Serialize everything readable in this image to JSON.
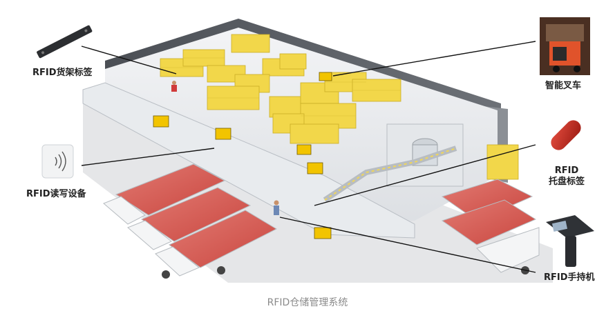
{
  "labels": {
    "shelf_tag": "RFID货架标签",
    "smart_forklift": "智能叉车",
    "reader_device": "RFID读写设备",
    "pallet_tag_line1": "RFID",
    "pallet_tag_line2": "托盘标签",
    "handheld": "RFID手持机"
  },
  "caption": "RFID仓储管理系统",
  "colors": {
    "box_yellow": "#f2d74a",
    "truck_red": "#d85a52",
    "forklift_yellow": "#f2c400",
    "callout_line": "#111111"
  },
  "icons": [
    "shelf-tag-icon",
    "forklift-photo-icon",
    "rfid-reader-icon",
    "pallet-tag-icon",
    "handheld-scanner-icon"
  ]
}
